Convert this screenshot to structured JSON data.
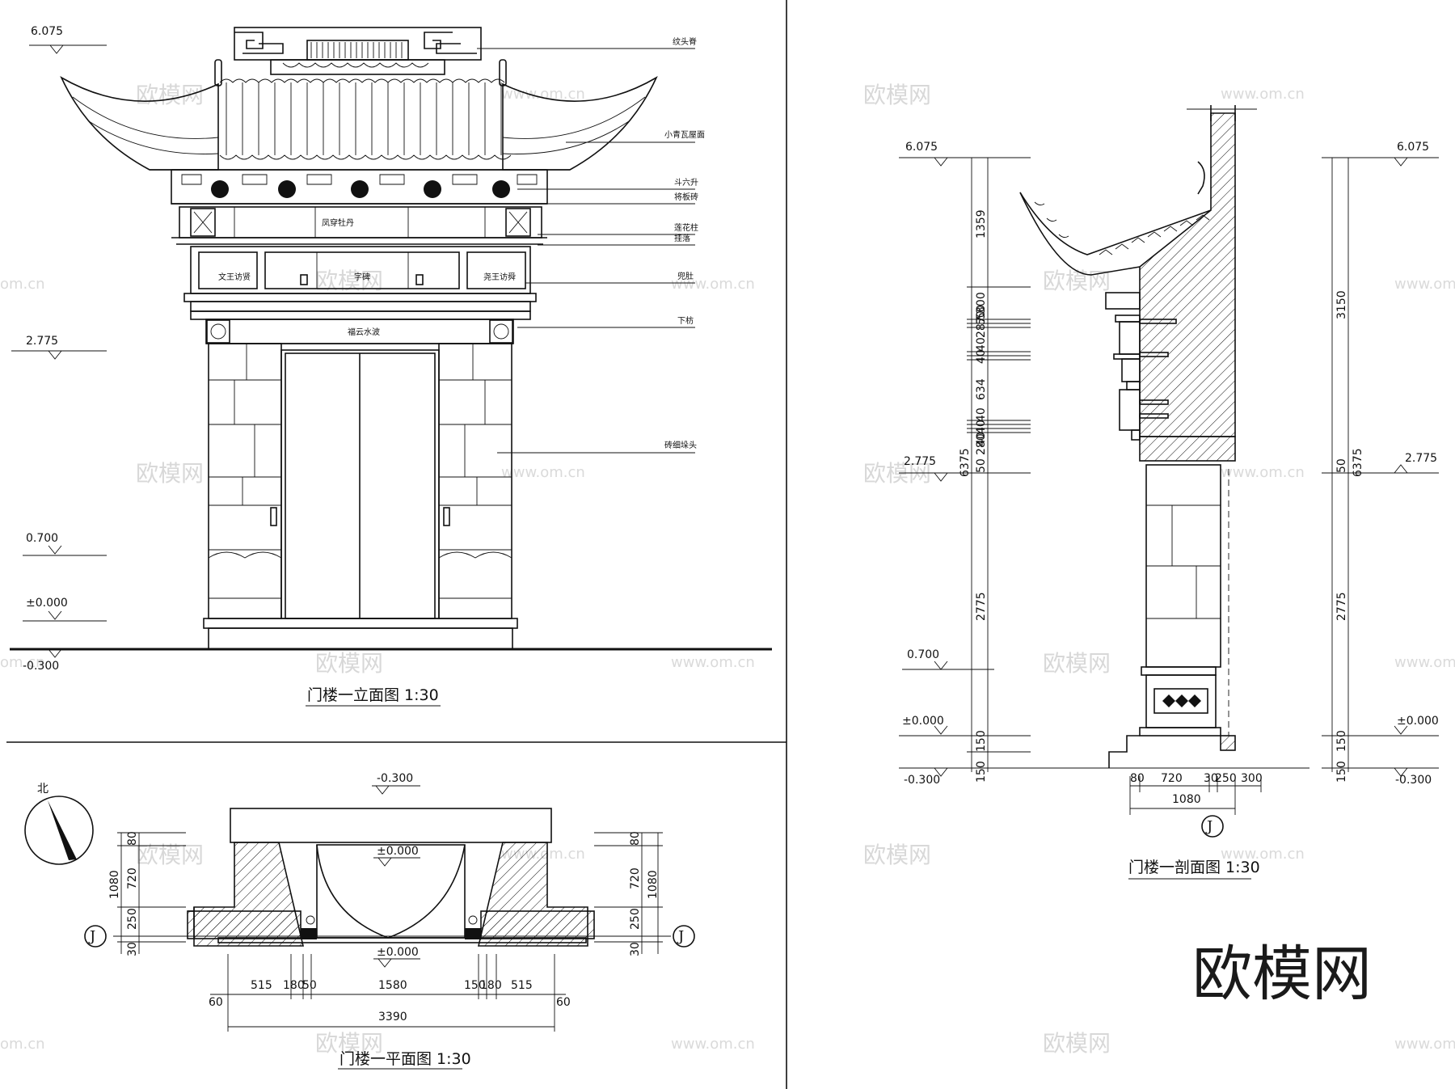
{
  "brand": "欧模网",
  "watermark": {
    "text": "欧模网",
    "url": "www.om.cn",
    "url_short": "om.cn"
  },
  "elevation": {
    "title": "门楼一立面图 1:30",
    "levels": [
      "6.075",
      "2.775",
      "0.700",
      "±0.000",
      "-0.300"
    ],
    "notes": [
      "纹头脊",
      "小青瓦屋面",
      "斗六升",
      "将板砖",
      "莲花柱",
      "挂落",
      "兜肚",
      "下枋",
      "砖细垛头"
    ],
    "panels": {
      "upper": "凤穿牡丹",
      "left": "文王访贤",
      "center": "字碑",
      "right": "尧王访舜",
      "lower": "福云水波"
    }
  },
  "plan": {
    "title": "门楼一平面图 1:30",
    "north": "北",
    "levels": [
      "-0.300",
      "±0.000",
      "±0.000"
    ],
    "axis": "J",
    "dims_vertical": [
      "80",
      "720",
      "250",
      "30",
      "1080"
    ],
    "dims_horizontal": [
      "60",
      "515",
      "180",
      "50",
      "1580",
      "150",
      "180",
      "515",
      "60"
    ],
    "total_width": "3390"
  },
  "section": {
    "title": "门楼一剖面图 1:30",
    "levels_left": [
      "6.075",
      "2.775",
      "0.700",
      "±0.000",
      "-0.300"
    ],
    "levels_right": [
      "6.075",
      "2.775",
      "±0.000",
      "-0.300"
    ],
    "dims_left": [
      "1359",
      "300",
      "287",
      "50",
      "40",
      "40",
      "50",
      "634",
      "40",
      "40",
      "40",
      "280",
      "50",
      "6375",
      "2775",
      "150",
      "150"
    ],
    "dims_right": [
      "3150",
      "6375",
      "50",
      "2775",
      "150",
      "150"
    ],
    "dims_bottom": [
      "80",
      "720",
      "30",
      "250",
      "300",
      "1080"
    ],
    "axis": "J"
  }
}
